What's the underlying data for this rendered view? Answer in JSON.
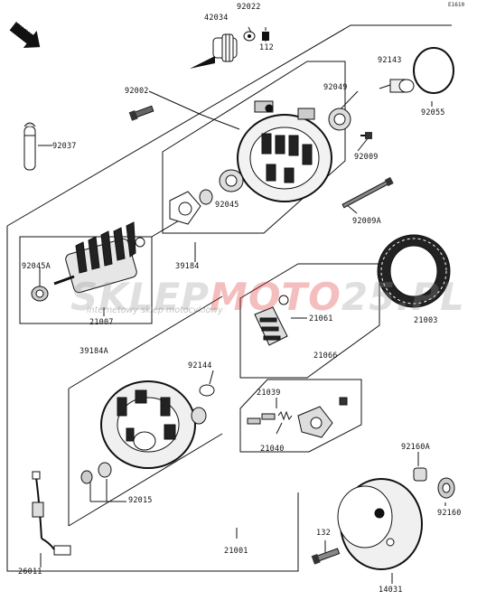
{
  "corner_code": "E1610",
  "front_arrow_text": "FRONT",
  "watermark": {
    "brand_part1": "SKLEP",
    "brand_part2": "MOTO",
    "brand_part3": "25",
    "brand_part4": ".PL",
    "tagline": "internetowy sklep motocyklowy"
  },
  "labels": {
    "p42034": "42034",
    "p92022": "92022",
    "p112": "112",
    "p92143": "92143",
    "p92055": "92055",
    "p92002": "92002",
    "p92049": "92049",
    "p92009": "92009",
    "p92037": "92037",
    "p92045": "92045",
    "p92009A": "92009A",
    "p39184": "39184",
    "p92045A": "92045A",
    "p21007": "21007",
    "p21061": "21061",
    "p21003": "21003",
    "p39184A": "39184A",
    "p92144": "92144",
    "p21066": "21066",
    "p21039": "21039",
    "p21040": "21040",
    "p92015": "92015",
    "p92160A": "92160A",
    "p92160": "92160",
    "p21001": "21001",
    "p132": "132",
    "p26011": "26011",
    "p14031": "14031"
  }
}
